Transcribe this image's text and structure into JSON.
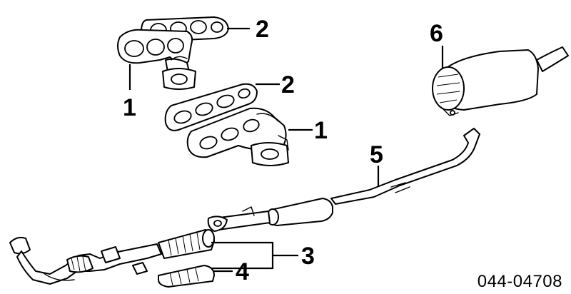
{
  "callouts": {
    "exhaust_manifold_front": "1",
    "exhaust_manifold_rear": "1",
    "manifold_gasket_front": "2",
    "manifold_gasket_rear": "2",
    "front_pipe": "3",
    "converter": "4",
    "center_pipe": "5",
    "tail_muffler": "6"
  },
  "diagram_code": "044-04708"
}
